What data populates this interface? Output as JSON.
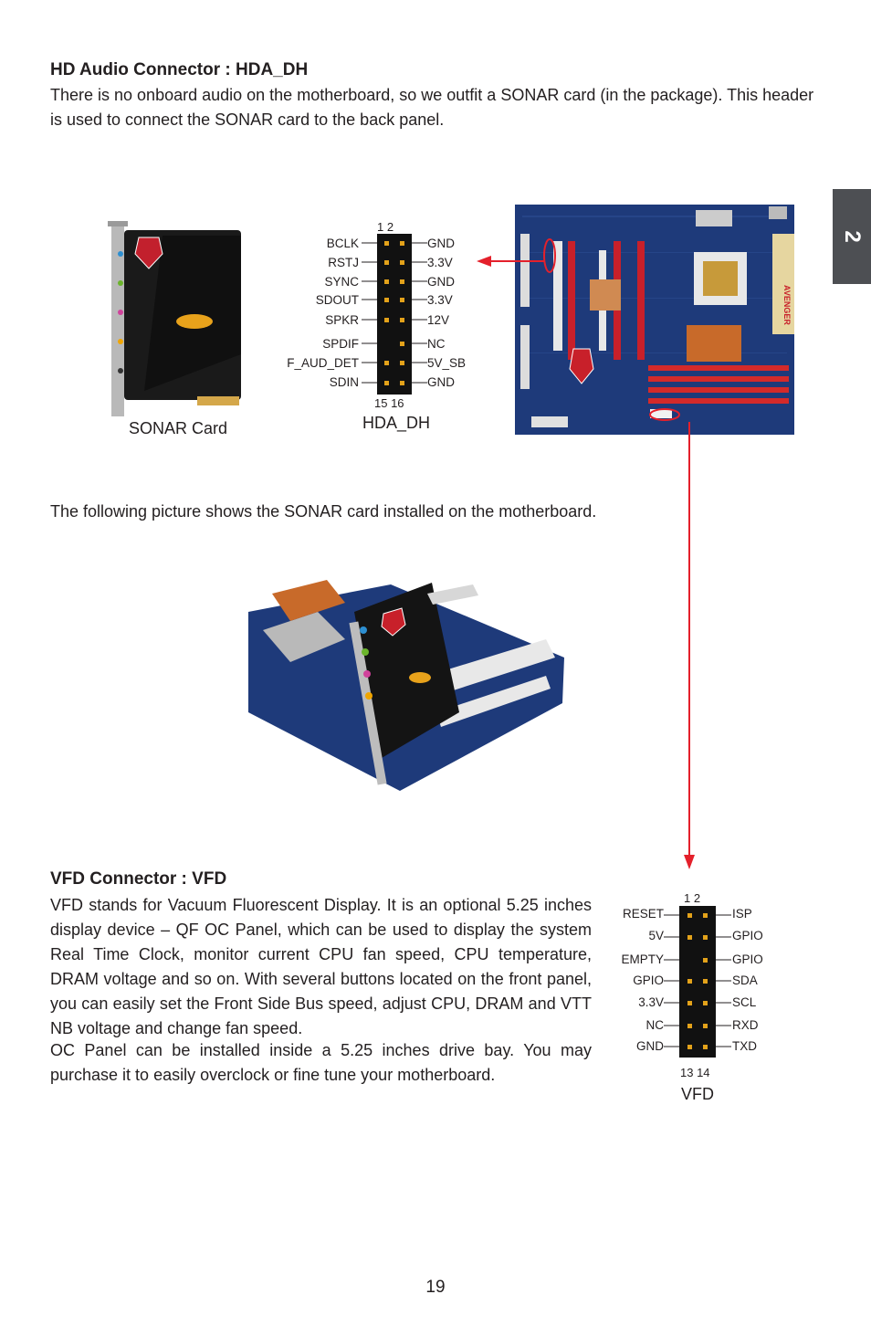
{
  "side_tab": "2",
  "hda": {
    "heading": "HD Audio Connector : HDA_DH",
    "paragraph": "There is no onboard audio on the motherboard, so we outfit a SONAR card (in the package). This header is used to connect the SONAR card to the back panel.",
    "sonar_caption": "SONAR Card",
    "header_caption": "HDA_DH",
    "pin_top": "1    2",
    "pin_bottom": "15   16",
    "left_pins": [
      "BCLK",
      "RSTJ",
      "SYNC",
      "SDOUT",
      "SPKR",
      "SPDIF",
      "F_AUD_DET",
      "SDIN"
    ],
    "right_pins": [
      "GND",
      "3.3V",
      "GND",
      "3.3V",
      "12V",
      "NC",
      "5V_SB",
      "GND"
    ],
    "board_logo": "AVENGER"
  },
  "install_text": "The following picture shows the SONAR card installed on the motherboard.",
  "vfd": {
    "heading": "VFD Connector : VFD",
    "paragraph1": "VFD stands for Vacuum Fluorescent Display. It is an optional 5.25 inches display device – QF OC Panel, which can be used to display the system Real Time Clock, monitor current CPU fan speed, CPU temperature, DRAM voltage and so on. With several buttons located on the front panel, you can easily set the Front Side Bus speed, adjust CPU, DRAM and VTT NB voltage and change fan speed.",
    "paragraph2": "OC Panel can be installed inside a 5.25 inches drive bay. You may purchase it to easily overclock or fine tune your motherboard.",
    "caption": "VFD",
    "pin_top": "1    2",
    "pin_bottom": "13   14",
    "left_pins": [
      "RESET",
      "5V",
      "EMPTY",
      "GPIO",
      "3.3V",
      "NC",
      "GND"
    ],
    "right_pins": [
      "ISP",
      "GPIO",
      "GPIO",
      "SDA",
      "SCL",
      "RXD",
      "TXD"
    ]
  },
  "page_number": "19",
  "colors": {
    "accent_red": "#e4202b",
    "tab_gray": "#4d4f53",
    "board_blue": "#1e3a7a"
  }
}
